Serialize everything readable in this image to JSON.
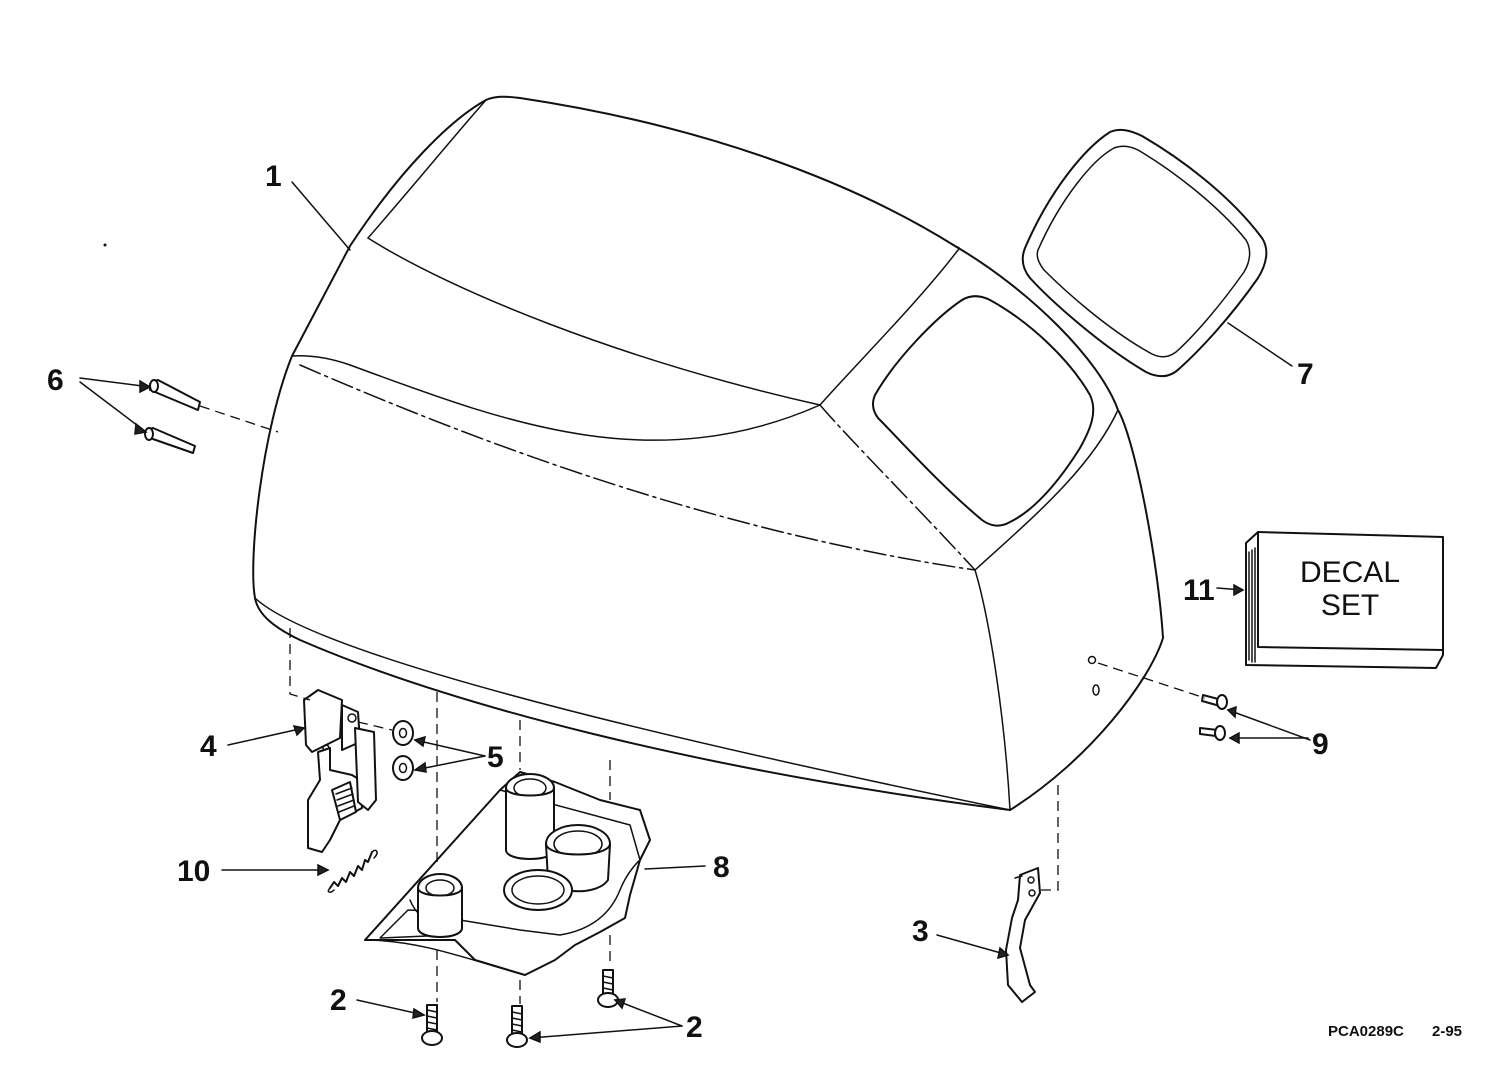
{
  "callouts": {
    "c1": "1",
    "c2a": "2",
    "c2b": "2",
    "c3": "3",
    "c4": "4",
    "c5": "5",
    "c6": "6",
    "c7": "7",
    "c8": "8",
    "c9": "9",
    "c10": "10",
    "c11": "11"
  },
  "decal": {
    "line1": "DECAL",
    "line2": "SET"
  },
  "footer": {
    "code": "PCA0289C",
    "date": "2-95"
  }
}
